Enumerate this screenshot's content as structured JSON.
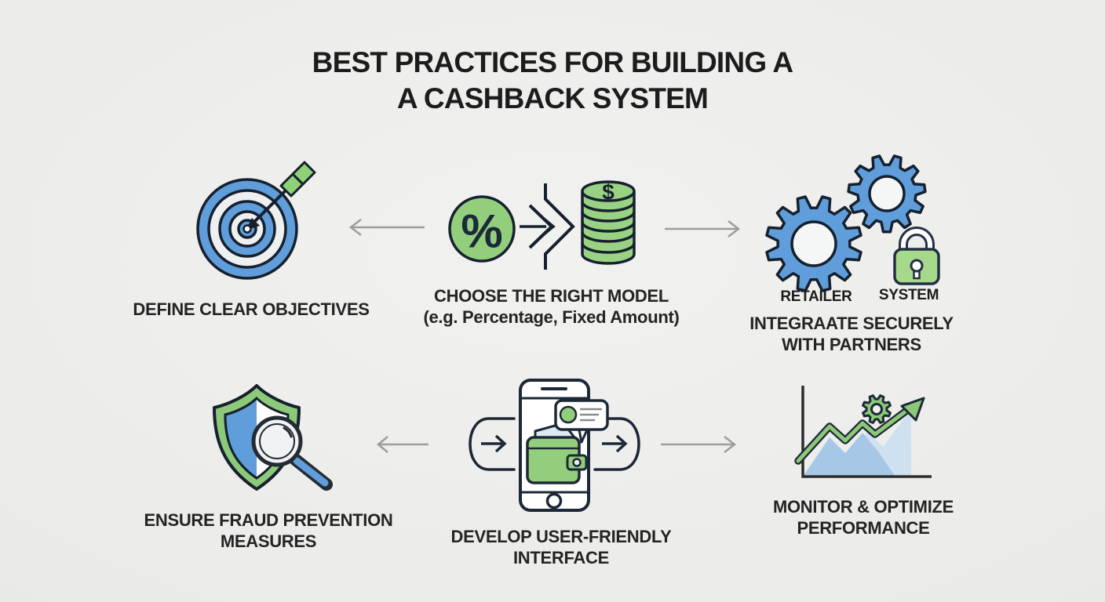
{
  "title": {
    "line1": "BEST PRACTICES FOR BUILDING A",
    "line2": "A CASHBACK SYSTEM"
  },
  "sections": {
    "objectives": {
      "label": "DEFINE CLEAR OBJECTIVES"
    },
    "model": {
      "label": "CHOOSE THE RIGHT MODEL",
      "sublabel": "(e.g. Percentage, Fixed Amount)",
      "percent_symbol": "%",
      "dollar_symbol": "$"
    },
    "integration": {
      "label_line1": "INTEGRAATE SECURELY",
      "label_line2": "WITH PARTNERS",
      "gear_label_left": "RETAILER",
      "gear_label_right": "SYSTEM"
    },
    "fraud": {
      "label_line1": "ENSURE FRAUD PREVENTION",
      "label_line2": "MEASURES"
    },
    "interface": {
      "label_line1": "DEVELOP USER-FRIENDLY",
      "label_line2": "INTERFACE"
    },
    "performance": {
      "label_line1": "MONITOR & OPTIMIZE",
      "label_line2": "PERFORMANCE"
    }
  },
  "palette": {
    "background": "#ebebe9",
    "outline_dark": "#16202e",
    "blue": "#5f9eda",
    "green": "#93ce7d",
    "green_light": "#a7d98c",
    "arrow_gray": "#9d9d9d",
    "text": "#242424",
    "area_blue": "#a6c8e6",
    "area_blue_pale": "#cfe1f1"
  }
}
